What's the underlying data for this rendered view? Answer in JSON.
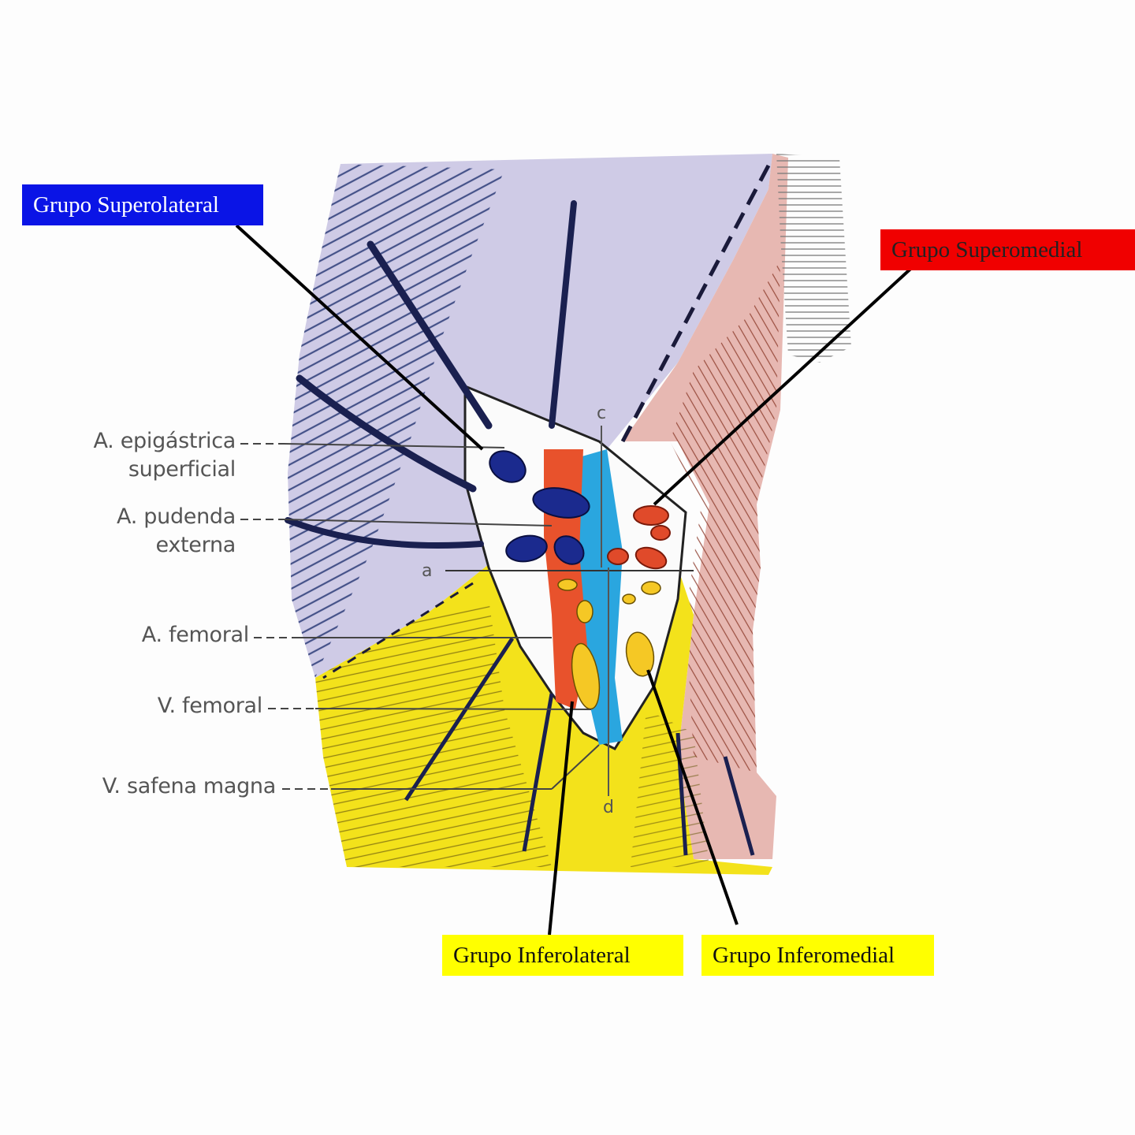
{
  "groups": {
    "superolateral": {
      "label": "Grupo Superolateral",
      "color": "#0a14e6"
    },
    "superomedial": {
      "label": "Grupo Superomedial",
      "color": "#f00000"
    },
    "inferolateral": {
      "label": "Grupo Inferolateral",
      "color": "#ffff00"
    },
    "inferomedial": {
      "label": "Grupo Inferomedial",
      "color": "#ffff00"
    }
  },
  "structures": {
    "epigastrica_line1": "A. epigástrica",
    "epigastrica_line2": "superficial",
    "pudenda_line1": "A. pudenda",
    "pudenda_line2": "externa",
    "arteria_femoral": "A. femoral",
    "vena_femoral": "V. femoral",
    "vena_safena": "V. safena magna"
  },
  "letters": {
    "a": "a",
    "c": "c",
    "d": "d"
  },
  "colors": {
    "abdomen_wall": "#c9c6e3",
    "muscle_lines": "#2c3c78",
    "thigh": "#f2e21a",
    "genital_region": "#e7b3b0",
    "artery": "#e8502c",
    "vein": "#25a3dc",
    "node_superolateral": "#1a2a8c",
    "node_superomedial": "#e04a2a",
    "node_inferior": "#f5c825"
  }
}
